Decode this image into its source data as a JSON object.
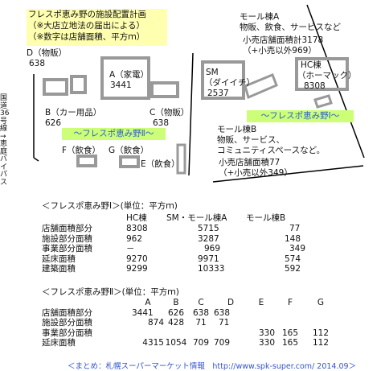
{
  "title_box": {
    "line1": "フレスポ恵み野の施設配置計画",
    "line2": "（※大店立地法の届出による）",
    "line3": "（※数字は店舗面積、平方ｍ）"
  },
  "route_label": "国道36号線→恵庭バイパス",
  "buildings": {
    "D": {
      "name": "D（物販）",
      "area": "638"
    },
    "A": {
      "name": "A（家電）",
      "area": "3441"
    },
    "B": {
      "name": "B（カー用品）",
      "area": "626"
    },
    "C": {
      "name": "C（物販）",
      "area": "638"
    },
    "F": {
      "name": "F（飲食）"
    },
    "G": {
      "name": "G（飲食）"
    },
    "E": {
      "name": "E（飲食）"
    },
    "SM": {
      "name1": "SM",
      "name2": "（ダイイチ）",
      "area": "2537"
    },
    "HC": {
      "name1": "HC棟",
      "name2": "（ホーマック）",
      "area": "8308"
    }
  },
  "mall_a": {
    "line1": "モール棟A",
    "line2": "物販、飲食、サービスなど",
    "line3": "小売店舗面積計3178",
    "line4": "（+小売以外969）"
  },
  "mall_b": {
    "line1": "モール棟B",
    "line2": "物販、サービス、",
    "line3": "コミュニティスペースなど。",
    "line4": "小売店舗面積77",
    "line5": "（+小売以外349）"
  },
  "zone_labels": {
    "zone1": "～フレスポ恵み野Ⅰ～",
    "zone2": "～フレスポ恵み野Ⅱ～"
  },
  "table1": {
    "header": "＜フレスポ恵み野Ⅰ＞(単位：平方ｍ)",
    "columns": [
      "HC棟",
      "SM・モール棟A",
      "モール棟B"
    ],
    "rows": [
      {
        "label": "店舗面積部分",
        "values": [
          "8308",
          "5715",
          "77"
        ]
      },
      {
        "label": "施設部分面積",
        "values": [
          "962",
          "3287",
          "148"
        ]
      },
      {
        "label": "事業部分面積",
        "values": [
          "－",
          "969",
          "349"
        ]
      },
      {
        "label": "延床面積",
        "values": [
          "9270",
          "9971",
          "574"
        ]
      },
      {
        "label": "建築面積",
        "values": [
          "9299",
          "10333",
          "592"
        ]
      }
    ]
  },
  "table2": {
    "header": "＜フレスポ恵み野Ⅱ＞(単位：平方ｍ)",
    "columns": [
      "A",
      "B",
      "C",
      "D",
      "E",
      "F",
      "G"
    ],
    "rows": [
      {
        "label": "店舗面積部分",
        "values": [
          "3441",
          "626",
          "638",
          "638",
          "",
          "",
          ""
        ]
      },
      {
        "label": "施設部分面積",
        "values": [
          "874",
          "428",
          "71",
          "71",
          "",
          "",
          ""
        ]
      },
      {
        "label": "事業部分面積",
        "values": [
          "",
          "",
          "",
          "",
          "330",
          "165",
          "112"
        ]
      },
      {
        "label": "延床面積",
        "values": [
          "4315",
          "1054",
          "709",
          "709",
          "330",
          "165",
          "112"
        ]
      }
    ]
  },
  "footer": "＜まとめ：札幌スーパーマーケット情報　http://www.spk-super.com/ 2014.09＞",
  "colors": {
    "building_stroke": "#999999",
    "road": "#000000",
    "label_bg": "#ccff77",
    "label_text": "#2a5bd0",
    "title_bg": "#ffffb0",
    "footer_text": "#3355cc"
  }
}
